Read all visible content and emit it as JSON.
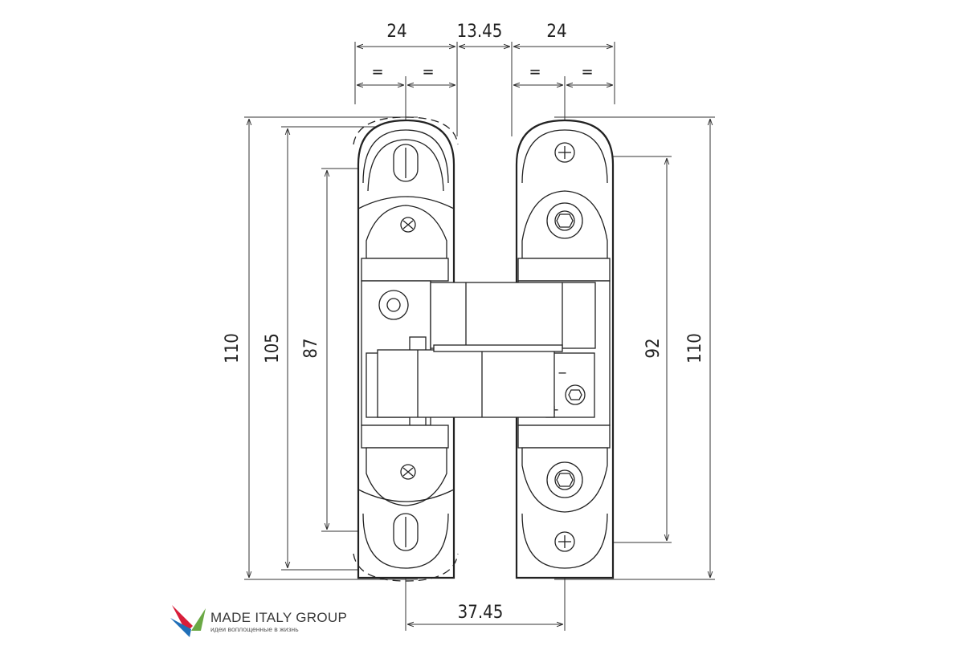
{
  "dimensions": {
    "top_left_width": "24",
    "top_gap": "13.45",
    "top_right_width": "24",
    "equal_marks": [
      "=",
      "=",
      "=",
      "="
    ],
    "left_110": "110",
    "left_105": "105",
    "left_87": "87",
    "right_92": "92",
    "right_110": "110",
    "bottom_offset": "37.45"
  },
  "adjust_symbols": {
    "minus": "−",
    "plus": "+"
  },
  "logo": {
    "name": "MADE ITALY GROUP",
    "tagline": "идеи воплощенные в жизнь",
    "colors": [
      "#d81e3a",
      "#1f6fb8",
      "#6aa844"
    ]
  }
}
